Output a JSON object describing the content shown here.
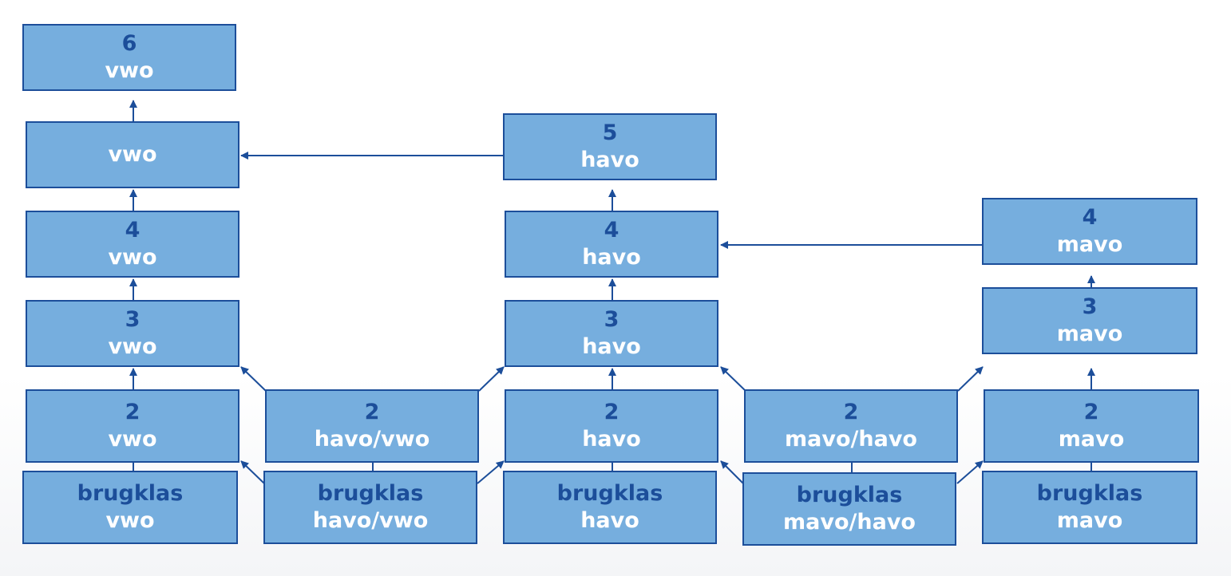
{
  "colors": {
    "box_fill": "#76aede",
    "box_border": "#1c4e9a",
    "arrow": "#1c4e9a",
    "number_text": "#1c4e9a",
    "level_text": "#ffffff"
  },
  "boxes": {
    "vwo6": {
      "line1": "6",
      "line2": "vwo"
    },
    "vwo5": {
      "line1": "",
      "line2": "vwo"
    },
    "vwo4": {
      "line1": "4",
      "line2": "vwo"
    },
    "vwo3": {
      "line1": "3",
      "line2": "vwo"
    },
    "vwo2": {
      "line1": "2",
      "line2": "vwo"
    },
    "vwo_brug": {
      "line1": "brugklas",
      "line2": "vwo"
    },
    "havovwo2": {
      "line1": "2",
      "line2": "havo/vwo"
    },
    "havovwo_brug": {
      "line1": "brugklas",
      "line2": "havo/vwo"
    },
    "havo5": {
      "line1": "5",
      "line2": "havo"
    },
    "havo4": {
      "line1": "4",
      "line2": "havo"
    },
    "havo3": {
      "line1": "3",
      "line2": "havo"
    },
    "havo2": {
      "line1": "2",
      "line2": "havo"
    },
    "havo_brug": {
      "line1": "brugklas",
      "line2": "havo"
    },
    "mavohavo2": {
      "line1": "2",
      "line2": "mavo/havo"
    },
    "mavohavo_brug": {
      "line1": "brugklas",
      "line2": "mavo/havo"
    },
    "mavo4": {
      "line1": "4",
      "line2": "mavo"
    },
    "mavo3": {
      "line1": "3",
      "line2": "mavo"
    },
    "mavo2": {
      "line1": "2",
      "line2": "mavo"
    },
    "mavo_brug": {
      "line1": "brugklas",
      "line2": "mavo"
    }
  }
}
